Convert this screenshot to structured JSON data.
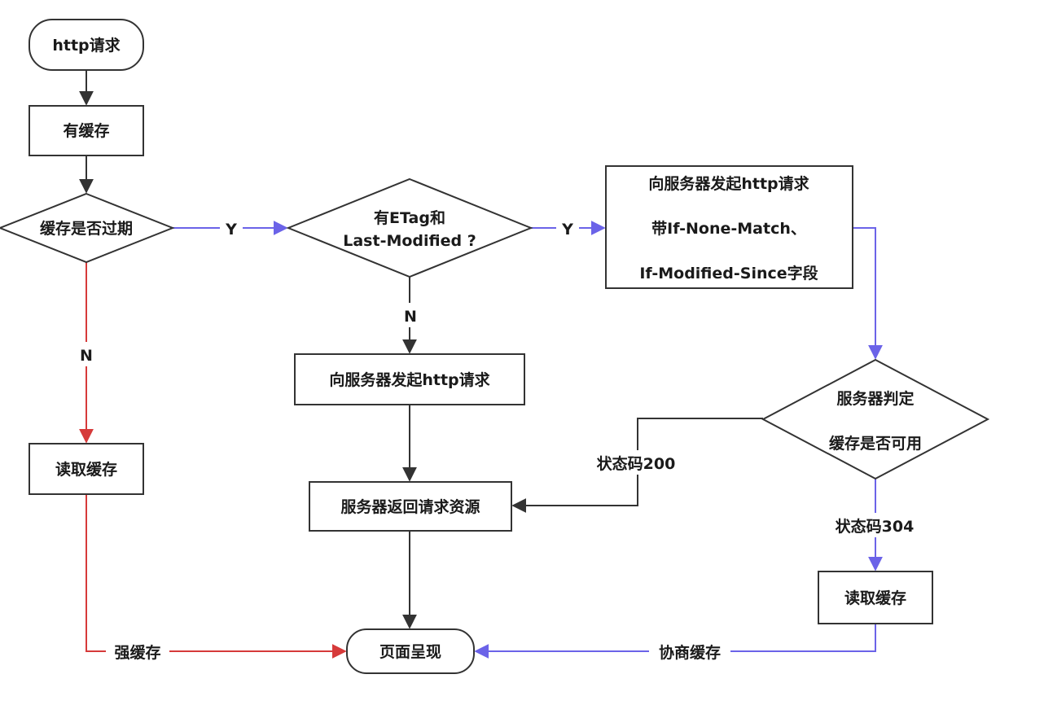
{
  "colors": {
    "default_edge": "#333333",
    "strong_cache_edge": "#d63a3a",
    "negotiate_edge": "#6b63e8"
  },
  "nodes": {
    "start": "http请求",
    "has_cache": "有缓存",
    "expired": "缓存是否过期",
    "etag_check": {
      "line1": "有ETag和",
      "line2": "Last-Modified ?"
    },
    "send_conditional": {
      "line1": "向服务器发起http请求",
      "line2": "带If-None-Match、",
      "line3": "If-Modified-Since字段"
    },
    "send_plain": "向服务器发起http请求",
    "read_cache_left": "读取缓存",
    "server_decide": {
      "line1": "服务器判定",
      "line2": "缓存是否可用"
    },
    "server_return": "服务器返回请求资源",
    "read_cache_right": "读取缓存",
    "render": "页面呈现"
  },
  "edges": {
    "expired_yes": "Y",
    "etag_yes": "Y",
    "etag_no": "N",
    "expired_no": "N",
    "status_200": "状态码200",
    "status_304": "状态码304",
    "strong_cache": "强缓存",
    "negotiate_cache": "协商缓存"
  }
}
